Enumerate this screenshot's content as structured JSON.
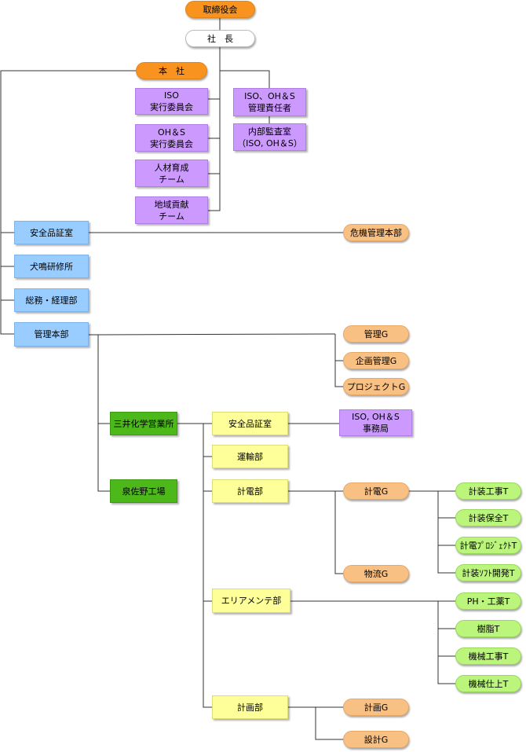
{
  "org": {
    "board": "取締役会",
    "president": "社　長",
    "headquarters": "本　社",
    "iso_committee": "ISO\n実行委員会",
    "ohs_committee": "OH＆S\n実行委員会",
    "hr_team": "人材育成\nチーム",
    "community_team": "地域貢献\nチーム",
    "iso_manager": "ISO、OH＆S\n管理責任者",
    "audit_office": "内部監査室\n（ISO, OH＆S）",
    "safety_office": "安全品証室",
    "crisis_hq": "危機管理本部",
    "training_center": "犬鳴研修所",
    "general_affairs": "総務・経理部",
    "management_hq": "管理本部",
    "mgmt_g": "管理G",
    "planning_mgmt_g": "企画管理G",
    "project_g": "プロジェクトG",
    "mitsui_office": "三井化学営業所",
    "izumisano_plant": "泉佐野工場",
    "safety_office_2": "安全品証室",
    "iso_secretariat": "ISO, OH＆S\n事務局",
    "transport_dept": "運輸部",
    "instrument_dept": "計電部",
    "keiden_g": "計電G",
    "logistics_g": "物流G",
    "inst_construction_t": "計装工事T",
    "inst_maintenance_t": "計装保全T",
    "keiden_project_t": "計電ﾌﾟﾛｼﾞｪｸﾄT",
    "inst_software_t": "計装ｿﾌﾄ開発T",
    "area_maint_dept": "エリアメンテ部",
    "ph_chem_t": "PH・工薬T",
    "resin_t": "樹脂T",
    "mech_construction_t": "機械工事T",
    "mech_finishing_t": "機械仕上T",
    "planning_dept": "計画部",
    "keikaku_g": "計画G",
    "design_g": "設計G"
  },
  "colors": {
    "orange": "#f7931e",
    "light_orange": "#f9c084",
    "light_green": "#bbf57c",
    "purple": "#cc99ff",
    "blue": "#99ccff",
    "dark_green": "#4cb81a",
    "yellow": "#ffff99",
    "line": "#333333"
  }
}
